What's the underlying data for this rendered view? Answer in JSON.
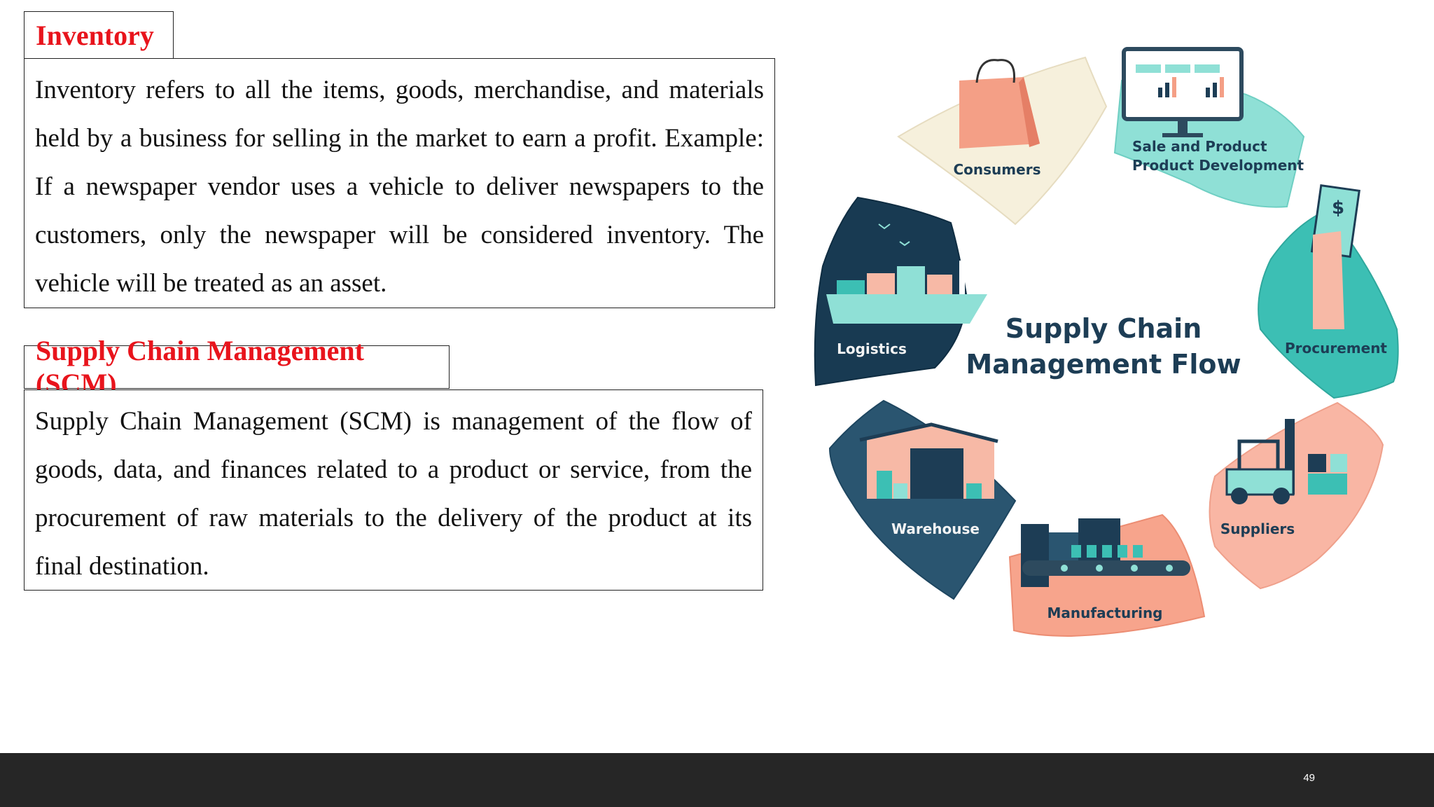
{
  "inventory": {
    "title": "Inventory",
    "body": "Inventory refers to all the items, goods, merchandise, and materials held by a business for selling in the market to earn a profit. Example: If a newspaper vendor uses a vehicle to deliver newspapers to the customers, only the newspaper will be considered inventory. The vehicle will be treated as an asset."
  },
  "scm": {
    "title": "Supply Chain Management (SCM)",
    "body": "Supply Chain Management (SCM) is management of the flow of goods, data, and finances related to a product or service, from the procurement of raw materials to the delivery of the product at its final destination."
  },
  "diagram": {
    "center_line1": "Supply Chain",
    "center_line2": "Management Flow",
    "segments": {
      "consumers": "Consumers",
      "sale_line1": "Sale and Product",
      "sale_line2": "Product Development",
      "procurement": "Procurement",
      "suppliers": "Suppliers",
      "manufacturing": "Manufacturing",
      "warehouse": "Warehouse",
      "logistics": "Logistics"
    },
    "icons": [
      "shopping-bag-icon",
      "monitor-dashboard-icon",
      "cash-hand-icon",
      "forklift-icon",
      "conveyor-belt-icon",
      "warehouse-building-icon",
      "cargo-ship-icon"
    ],
    "colors": {
      "consumers": "#f6f0dc",
      "sale": "#8fe0d6",
      "procurement": "#3cbfb4",
      "suppliers": "#f9b6a4",
      "manufacturing": "#f7a48c",
      "warehouse": "#2a5570",
      "logistics": "#183a52",
      "center_text": "#1d3d55"
    }
  },
  "footer": {
    "page_number": "49"
  }
}
